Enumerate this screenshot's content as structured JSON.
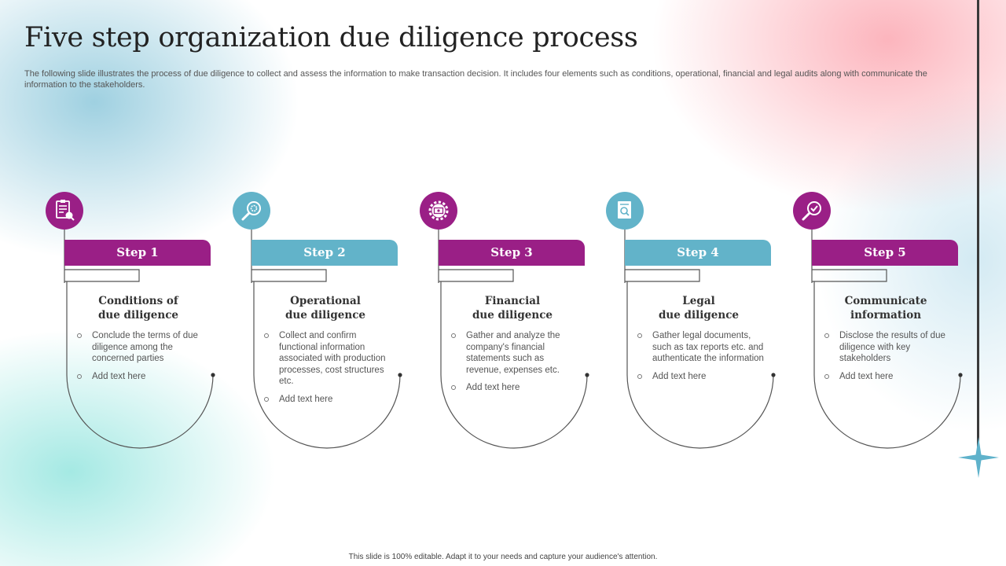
{
  "title": "Five step organization due diligence process",
  "subtitle": "The following slide illustrates the process of due diligence to collect and assess the information to make transaction decision. It includes four elements such as conditions, operational, financial and legal audits along with communicate the information to the stakeholders.",
  "footer": "This slide is 100% editable. Adapt it to your needs and capture your audience's attention.",
  "colors": {
    "purple": "#9a1f86",
    "teal": "#62b3c9"
  },
  "steps": [
    {
      "label": "Step 1",
      "heading": [
        "Conditions of",
        "due diligence"
      ],
      "bullets": [
        "Conclude the terms of due diligence among the concerned parties",
        "Add text here"
      ],
      "icon": "checklist-magnifier-icon",
      "color": "purple"
    },
    {
      "label": "Step 2",
      "heading": [
        "Operational",
        "due diligence"
      ],
      "bullets": [
        "Collect and confirm functional information associated with production processes, cost structures etc.",
        "Add text here"
      ],
      "icon": "gear-magnifier-icon",
      "color": "teal"
    },
    {
      "label": "Step 3",
      "heading": [
        "Financial",
        "due diligence"
      ],
      "bullets": [
        "Gather and analyze the company's financial statements such as revenue, expenses etc.",
        "Add text here"
      ],
      "icon": "gear-money-icon",
      "color": "purple"
    },
    {
      "label": "Step 4",
      "heading": [
        "Legal",
        "due diligence"
      ],
      "bullets": [
        "Gather legal documents, such as tax reports etc. and authenticate the information",
        "Add text here"
      ],
      "icon": "document-magnifier-icon",
      "color": "teal"
    },
    {
      "label": "Step 5",
      "heading": [
        "Communicate",
        "information"
      ],
      "bullets": [
        "Disclose the results of due diligence with key stakeholders",
        "Add text here"
      ],
      "icon": "magnifier-check-icon",
      "color": "purple"
    }
  ]
}
